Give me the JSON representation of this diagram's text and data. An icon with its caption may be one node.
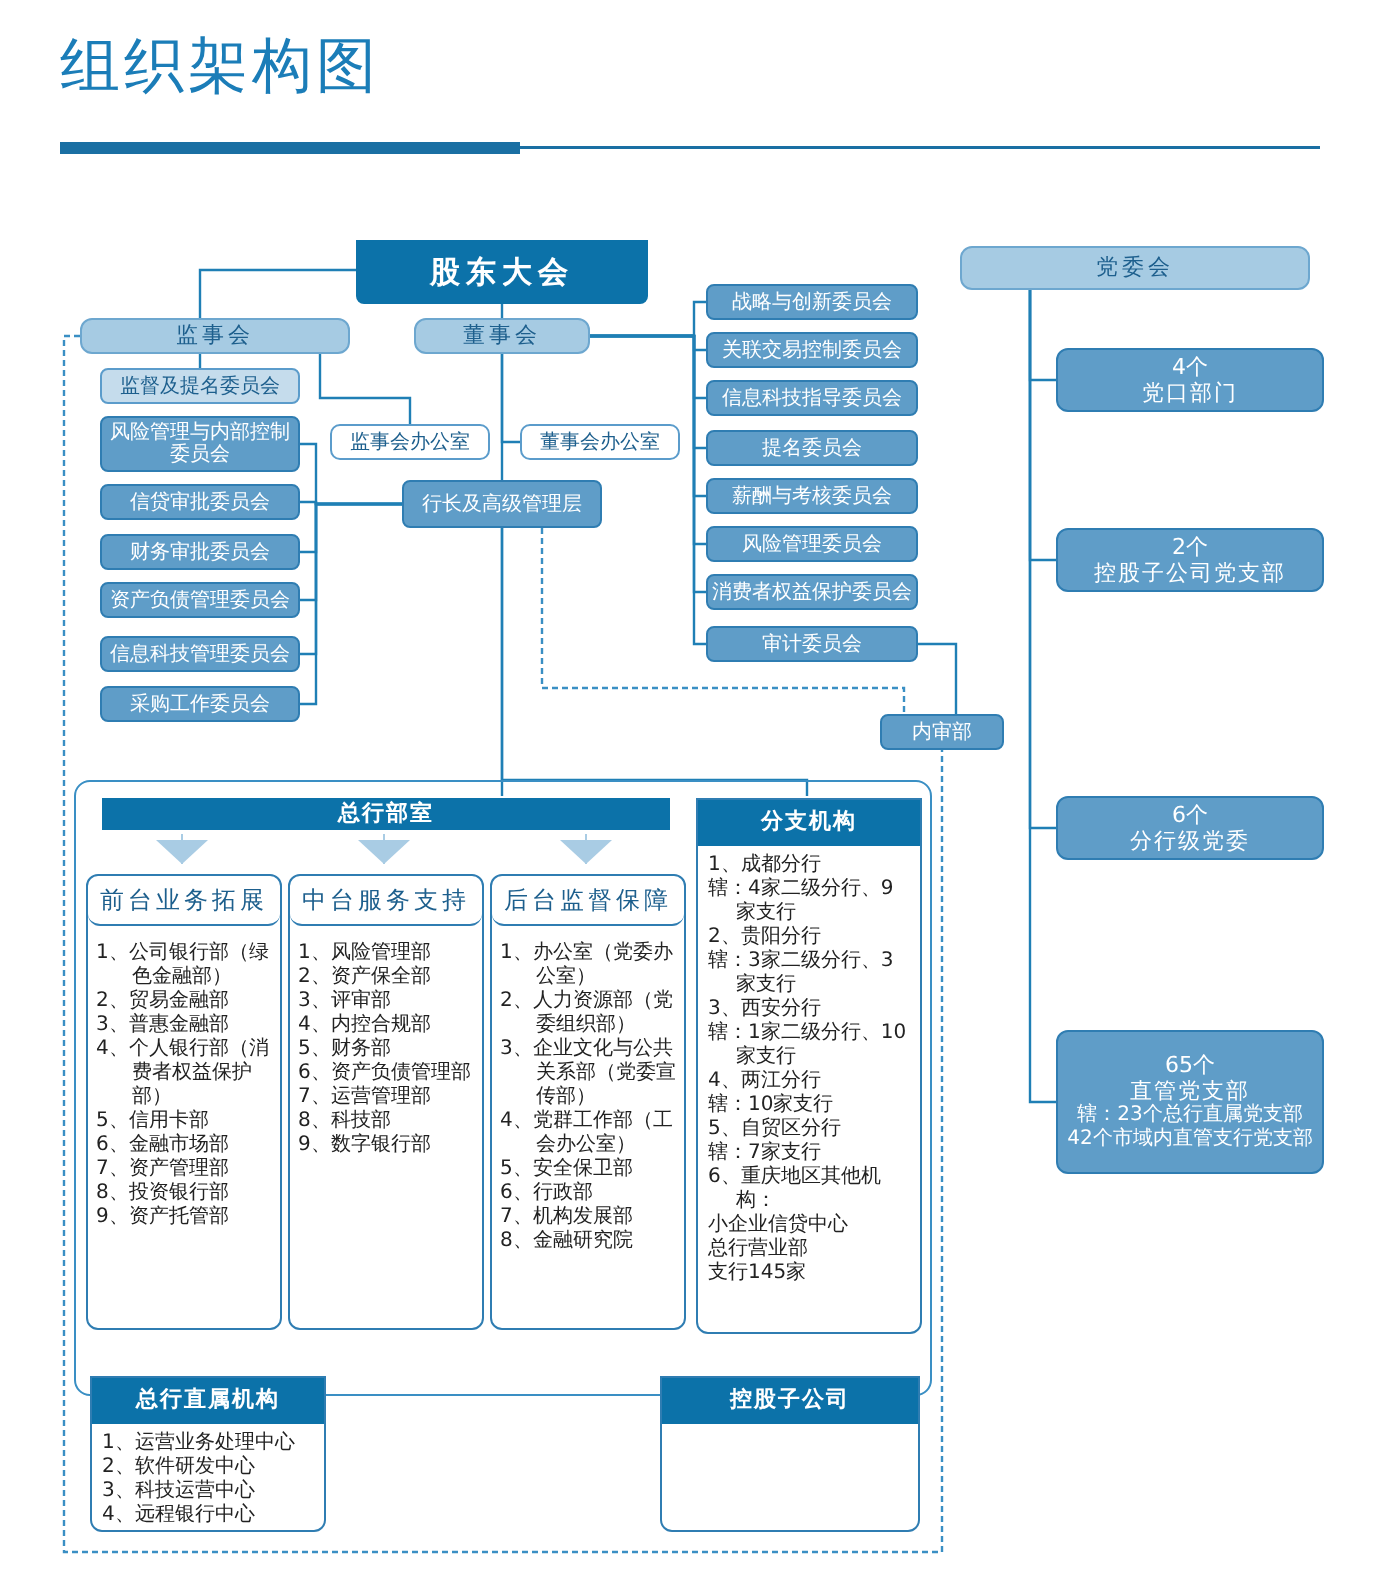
{
  "diagram": {
    "title": "组织架构图",
    "nodes": [
      {
        "text": [
          "股东大会"
        ]
      },
      {
        "text": [
          "监事会"
        ]
      },
      {
        "text": [
          "董事会"
        ]
      },
      {
        "text": [
          "监督及提名委员会"
        ]
      },
      {
        "text": [
          "风险管理与内部控制委员会"
        ]
      },
      {
        "text": [
          "监事会办公室"
        ]
      },
      {
        "text": [
          "董事会办公室"
        ]
      },
      {
        "text": [
          "行长及高级管理层"
        ]
      },
      {
        "text": [
          "信贷审批委员会"
        ]
      },
      {
        "text": [
          "财务审批委员会"
        ]
      },
      {
        "text": [
          "资产负债管理委员会"
        ]
      },
      {
        "text": [
          "信息科技管理委员会"
        ]
      },
      {
        "text": [
          "采购工作委员会"
        ]
      },
      {
        "text": [
          "战略与创新委员会"
        ]
      },
      {
        "text": [
          "关联交易控制委员会"
        ]
      },
      {
        "text": [
          "信息科技指导委员会"
        ]
      },
      {
        "text": [
          "提名委员会"
        ]
      },
      {
        "text": [
          "薪酬与考核委员会"
        ]
      },
      {
        "text": [
          "风险管理委员会"
        ]
      },
      {
        "text": [
          "消费者权益保护委员会"
        ]
      },
      {
        "text": [
          "审计委员会"
        ]
      },
      {
        "text": [
          "党委会"
        ]
      },
      {
        "text": [
          "4个",
          "党口部门"
        ]
      },
      {
        "text": [
          "2个",
          "控股子公司党支部"
        ]
      },
      {
        "text": [
          "6个",
          "分行级党委"
        ]
      },
      {
        "text": [
          "65个",
          "直管党支部",
          "辖：23个总行直属党支部",
          "42个市域内直管支行党支部"
        ]
      },
      {
        "text": [
          "内审部"
        ]
      },
      {
        "text": [],
        "shape": "box"
      },
      {
        "text": [
          "总行部室"
        ],
        "in": 27
      },
      {
        "text": [
          "前台业务拓展",
          "1、公司银行部（绿色金融部）",
          "2、贸易金融部",
          "3、普惠金融部",
          "4、个人银行部（消费者权益保护部）",
          "5、信用卡部",
          "6、金融市场部",
          "7、资产管理部",
          "8、投资银行部",
          "9、资产托管部"
        ],
        "in": 27
      },
      {
        "text": [
          "中台服务支持",
          "1、风险管理部",
          "2、资产保全部",
          "3、评审部",
          "4、内控合规部",
          "5、财务部",
          "6、资产负债管理部",
          "7、运营管理部",
          "8、科技部",
          "9、数字银行部"
        ],
        "in": 27
      },
      {
        "text": [
          "后台监督保障",
          "1、办公室（党委办公室）",
          "2、人力资源部（党委组织部）",
          "3、企业文化与公共关系部（党委宣传部）",
          "4、党群工作部（工会办公室）",
          "5、安全保卫部",
          "6、行政部",
          "7、机构发展部",
          "8、金融研究院"
        ],
        "in": 27
      },
      {
        "text": [
          "分支机构",
          "1、成都分行",
          "辖：4家二级分行、9家支行",
          "2、贵阳分行",
          "辖：3家二级分行、3家支行",
          "3、西安分行",
          "辖：1家二级分行、10家支行",
          "4、两江分行",
          "辖：10家支行",
          "5、自贸区分行",
          "辖：7家支行",
          "6、重庆地区其他机构：",
          "小企业信贷中心",
          "总行营业部",
          "支行145家"
        ],
        "in": 27
      },
      {
        "text": [
          "总行直属机构",
          "1、运营业务处理中心",
          "2、软件研发中心",
          "3、科技运营中心",
          "4、远程银行中心"
        ]
      },
      {
        "text": [
          "控股子公司"
        ]
      }
    ],
    "edges": [
      {
        "from": 0,
        "to": 1,
        "arrow": "none"
      },
      {
        "from": 0,
        "to": 2,
        "arrow": "none"
      },
      {
        "from": 2,
        "to": 7,
        "arrow": "none"
      },
      {
        "from": 1,
        "to": 3,
        "arrow": "none"
      },
      {
        "from": 1,
        "to": 5,
        "arrow": "none"
      },
      {
        "from": 2,
        "to": 6,
        "arrow": "none"
      },
      {
        "from": 2,
        "to": 13,
        "arrow": "none"
      },
      {
        "from": 2,
        "to": 14,
        "arrow": "none"
      },
      {
        "from": 2,
        "to": 15,
        "arrow": "none"
      },
      {
        "from": 2,
        "to": 16,
        "arrow": "none"
      },
      {
        "from": 2,
        "to": 17,
        "arrow": "none"
      },
      {
        "from": 2,
        "to": 18,
        "arrow": "none"
      },
      {
        "from": 2,
        "to": 19,
        "arrow": "none"
      },
      {
        "from": 2,
        "to": 20,
        "arrow": "none"
      },
      {
        "from": 7,
        "to": 4,
        "arrow": "none"
      },
      {
        "from": 7,
        "to": 8,
        "arrow": "none"
      },
      {
        "from": 7,
        "to": 9,
        "arrow": "none"
      },
      {
        "from": 7,
        "to": 10,
        "arrow": "none"
      },
      {
        "from": 7,
        "to": 11,
        "arrow": "none"
      },
      {
        "from": 7,
        "to": 12,
        "arrow": "none"
      },
      {
        "from": 7,
        "to": 28,
        "arrow": "none"
      },
      {
        "from": 7,
        "to": 32,
        "arrow": "none"
      },
      {
        "from": 20,
        "to": 26,
        "arrow": "none"
      },
      {
        "from": 7,
        "to": 26,
        "arrow": "none",
        "style": "dashed"
      },
      {
        "from": 1,
        "to": 26,
        "arrow": "none",
        "style": "dashed"
      },
      {
        "from": 21,
        "to": 22,
        "arrow": "none"
      },
      {
        "from": 21,
        "to": 23,
        "arrow": "none"
      },
      {
        "from": 21,
        "to": 24,
        "arrow": "none"
      },
      {
        "from": 21,
        "to": 25,
        "arrow": "none"
      },
      {
        "from": 28,
        "to": 29,
        "arrow": "to",
        "color": "#a9cce4"
      },
      {
        "from": 28,
        "to": 30,
        "arrow": "to",
        "color": "#a9cce4"
      },
      {
        "from": 28,
        "to": 31,
        "arrow": "to",
        "color": "#a9cce4"
      }
    ]
  }
}
